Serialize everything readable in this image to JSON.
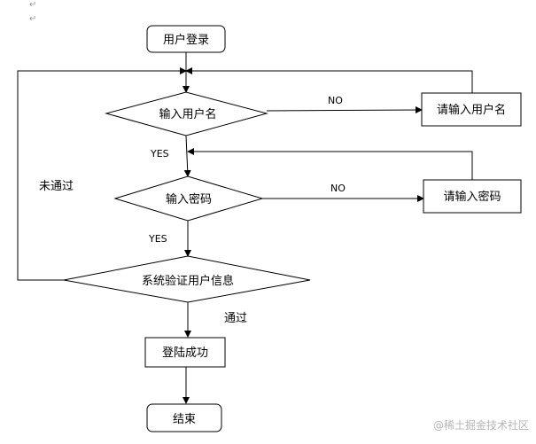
{
  "nodes": {
    "login": "用户登录",
    "input_username": "输入用户名",
    "prompt_username": "请输入用户名",
    "input_password": "输入密码",
    "prompt_password": "请输入密码",
    "verify": "系统验证用户信息",
    "success": "登陆成功",
    "end": "结束"
  },
  "edges": {
    "no_username": "NO",
    "yes_username": "YES",
    "no_password": "NO",
    "yes_password": "YES",
    "fail": "未通过",
    "pass": "通过"
  },
  "marks": {
    "para": "↵"
  },
  "watermark": "@稀土掘金技术社区"
}
